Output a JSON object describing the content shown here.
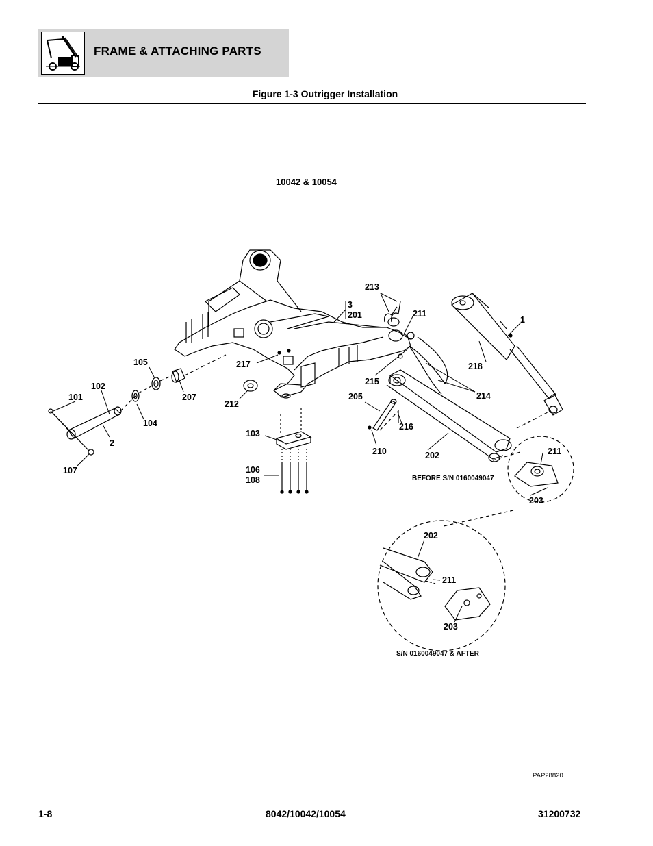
{
  "header": {
    "title": "FRAME & ATTACHING PARTS",
    "icon": "telehandler-machine-icon"
  },
  "figure": {
    "caption": "Figure 1-3 Outrigger Installation",
    "model_label": "10042 & 10054",
    "ref_id": "PAP28820"
  },
  "callouts": {
    "c213": "213",
    "c3": "3",
    "c201": "201",
    "c211a": "211",
    "c1": "1",
    "c218": "218",
    "c105": "105",
    "c217": "217",
    "c102": "102",
    "c215": "215",
    "c214": "214",
    "c101": "101",
    "c207": "207",
    "c212": "212",
    "c205": "205",
    "c104": "104",
    "c216": "216",
    "c2": "2",
    "c103": "103",
    "c210": "210",
    "c202a": "202",
    "c107": "107",
    "c106": "106",
    "c108": "108",
    "c211b": "211",
    "c203a": "203",
    "c202b": "202",
    "c211c": "211",
    "c203b": "203"
  },
  "notes": {
    "before": "BEFORE S/N 0160049047",
    "after": "S/N 0160049047 & AFTER"
  },
  "footer": {
    "page": "1-8",
    "models": "8042/10042/10054",
    "doc_number": "31200732"
  }
}
